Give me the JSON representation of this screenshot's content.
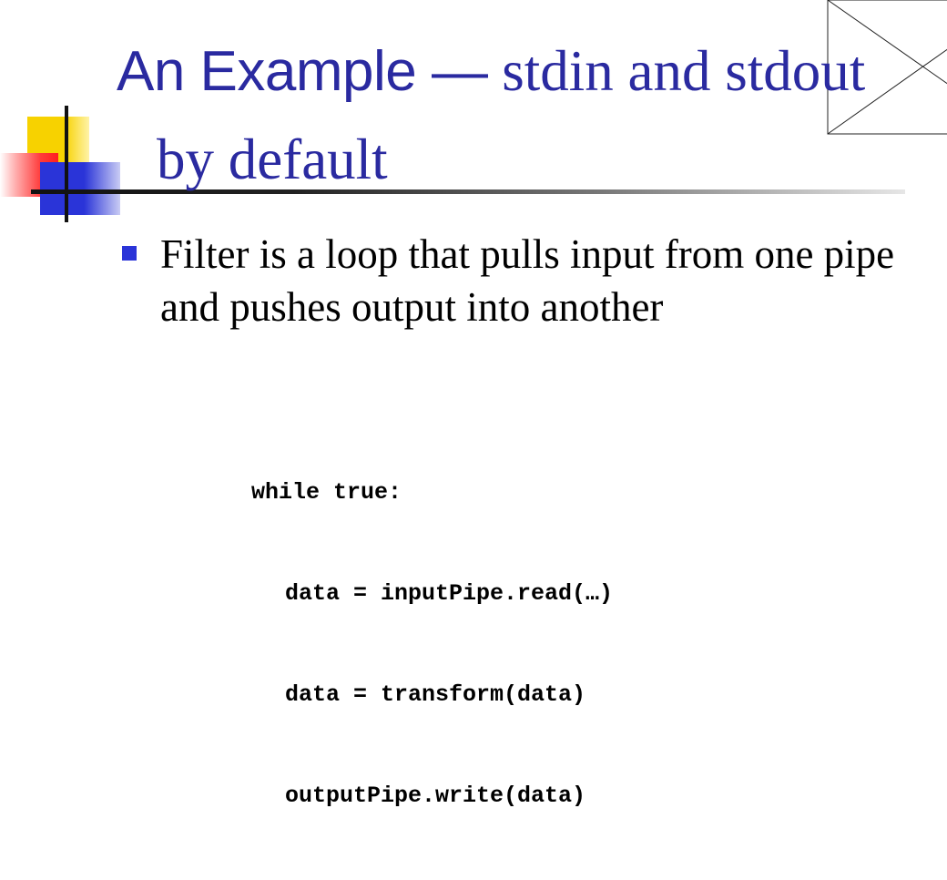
{
  "slide": {
    "title": {
      "part_sans": "An Example —",
      "part_serif": " stdin and stdout",
      "line2": "by default"
    },
    "bullet": {
      "text": "Filter is a loop that pulls input from one pipe and pushes output into another"
    },
    "code": [
      "while true:",
      "data = inputPipe.read(…)",
      "data = transform(data)",
      "outputPipe.write(data)"
    ],
    "colors": {
      "title": "#2a2aa0",
      "bullet": "#2a34d8",
      "deco_yellow": "#f7d200",
      "deco_red": "#ff1f1f",
      "deco_blue": "#2a34d8"
    }
  }
}
